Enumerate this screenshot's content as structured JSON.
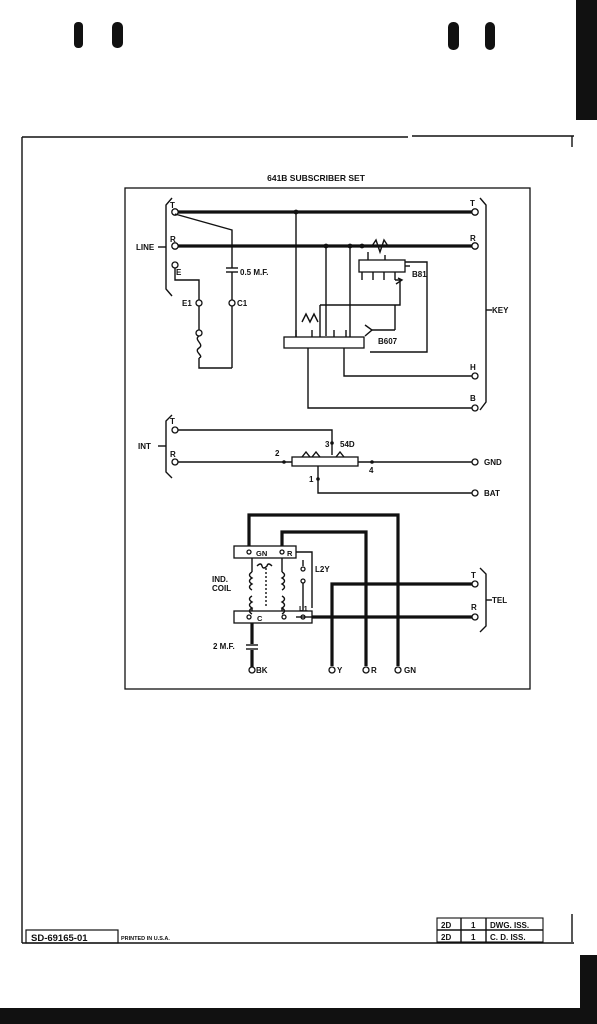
{
  "drawing": {
    "title": "641B SUBSCRIBER SET",
    "drawing_number": "SD-69165-01",
    "printed": "PRINTED IN U.S.A."
  },
  "revision_block": [
    {
      "issue": "2D",
      "number": "1",
      "description": "DWG. ISS."
    },
    {
      "issue": "2D",
      "number": "1",
      "description": "C. D. ISS."
    }
  ],
  "labels": {
    "line": "LINE",
    "key": "KEY",
    "int": "INT",
    "tel": "TEL",
    "t": "T",
    "r": "R",
    "e": "E",
    "e1": "E1",
    "c1": "C1",
    "cap_05": "0.5 M.F.",
    "b81": "B81",
    "b607": "B607",
    "h": "H",
    "b": "B",
    "key_54d": "54D",
    "n1": "1",
    "n2": "2",
    "n3": "3",
    "n4": "4",
    "gnd": "GND",
    "bat": "BAT",
    "gn": "GN",
    "c": "C",
    "l1": "L1",
    "l2y": "L2Y",
    "ind_coil_1": "IND.",
    "ind_coil_2": "COIL",
    "cap_2": "2 M.F.",
    "bk": "BK",
    "y": "Y"
  }
}
